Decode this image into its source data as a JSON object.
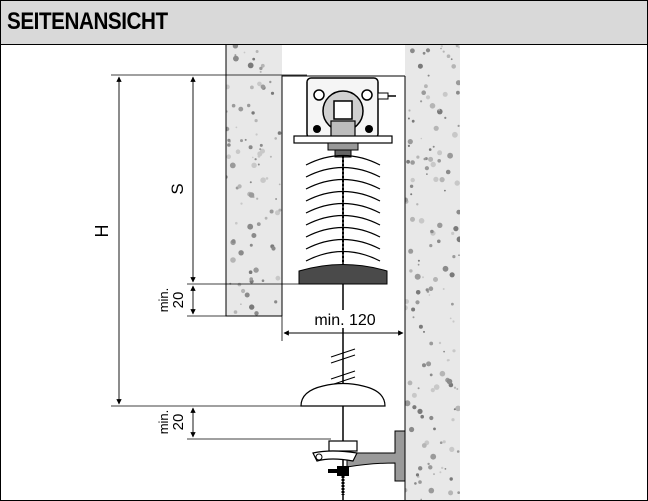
{
  "header": {
    "title": "SEITENANSICHT"
  },
  "dimensions": {
    "h_label": "H",
    "s_label": "S",
    "min_upper_prefix": "min.",
    "min_upper_value": "20",
    "min_lower_prefix": "min.",
    "min_lower_value": "20",
    "width_label": "min. 120"
  },
  "colors": {
    "header_bg": "#d9d9d9",
    "wall": "#e9e9e9",
    "bottom_bar": "#4a4a4a"
  }
}
